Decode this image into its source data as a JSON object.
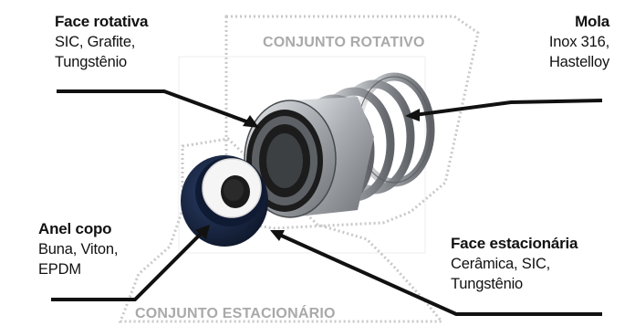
{
  "colors": {
    "leader_line": "#111111",
    "group_outline": "#c8c8c8",
    "group_label": "#a9a9a9",
    "steel": "#b8bcc0",
    "rubber": "#1c1c1c",
    "ceramic": "#f5f5f5",
    "blue_rubber": "#1a2a4a"
  },
  "labels": {
    "face_rotativa": {
      "title": "Face rotativa",
      "line1": "SIC, Grafite,",
      "line2": "Tungstênio"
    },
    "mola": {
      "title": "Mola",
      "line1": "Inox 316,",
      "line2": "Hastelloy"
    },
    "anel_copo": {
      "title": "Anel copo",
      "line1": "Buna, Viton,",
      "line2": "EPDM"
    },
    "face_estacionaria": {
      "title": "Face estacionária",
      "line1": "Cerâmica, SIC,",
      "line2": "Tungstênio"
    }
  },
  "groups": {
    "rotativo": "CONJUNTO ROTATIVO",
    "estacionario": "CONJUNTO ESTACIONÁRIO"
  },
  "parts": [
    "spring-icon",
    "rotating-face-icon",
    "stationary-seat-icon",
    "cup-ring-icon"
  ]
}
